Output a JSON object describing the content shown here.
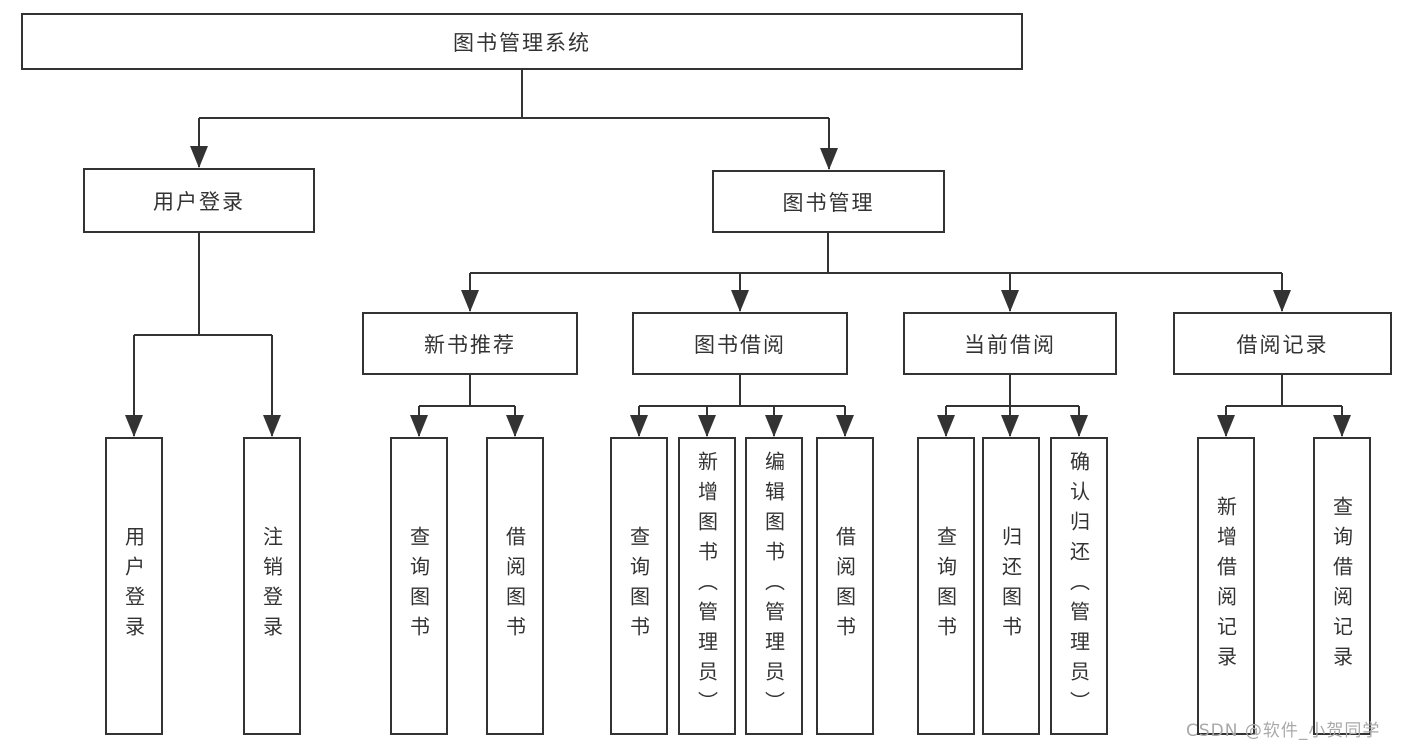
{
  "colors": {
    "line": "#333333",
    "text": "#333333",
    "box_background": "#ffffff",
    "watermark": "#a9a9a9"
  },
  "nodes": {
    "root": {
      "label": "图书管理系统"
    },
    "level2": [
      {
        "label": "用户登录"
      },
      {
        "label": "图书管理"
      }
    ],
    "level3": [
      {
        "label": "新书推荐",
        "parent": "图书管理"
      },
      {
        "label": "图书借阅",
        "parent": "图书管理"
      },
      {
        "label": "当前借阅",
        "parent": "图书管理"
      },
      {
        "label": "借阅记录",
        "parent": "图书管理"
      }
    ],
    "leaves": [
      {
        "label": "用户登录",
        "parent": "用户登录"
      },
      {
        "label": "注销登录",
        "parent": "用户登录"
      },
      {
        "label": "查询图书",
        "parent": "新书推荐"
      },
      {
        "label": "借阅图书",
        "parent": "新书推荐"
      },
      {
        "label": "查询图书",
        "parent": "图书借阅"
      },
      {
        "label": "新增图书（管理员）",
        "parent": "图书借阅"
      },
      {
        "label": "编辑图书（管理员）",
        "parent": "图书借阅"
      },
      {
        "label": "借阅图书",
        "parent": "图书借阅"
      },
      {
        "label": "查询图书",
        "parent": "当前借阅"
      },
      {
        "label": "归还图书",
        "parent": "当前借阅"
      },
      {
        "label": "确认归还（管理员）",
        "parent": "当前借阅"
      },
      {
        "label": "新增借阅记录",
        "parent": "借阅记录"
      },
      {
        "label": "查询借阅记录",
        "parent": "借阅记录"
      }
    ]
  },
  "watermark": {
    "text": "CSDN @软件_小贺同学"
  }
}
